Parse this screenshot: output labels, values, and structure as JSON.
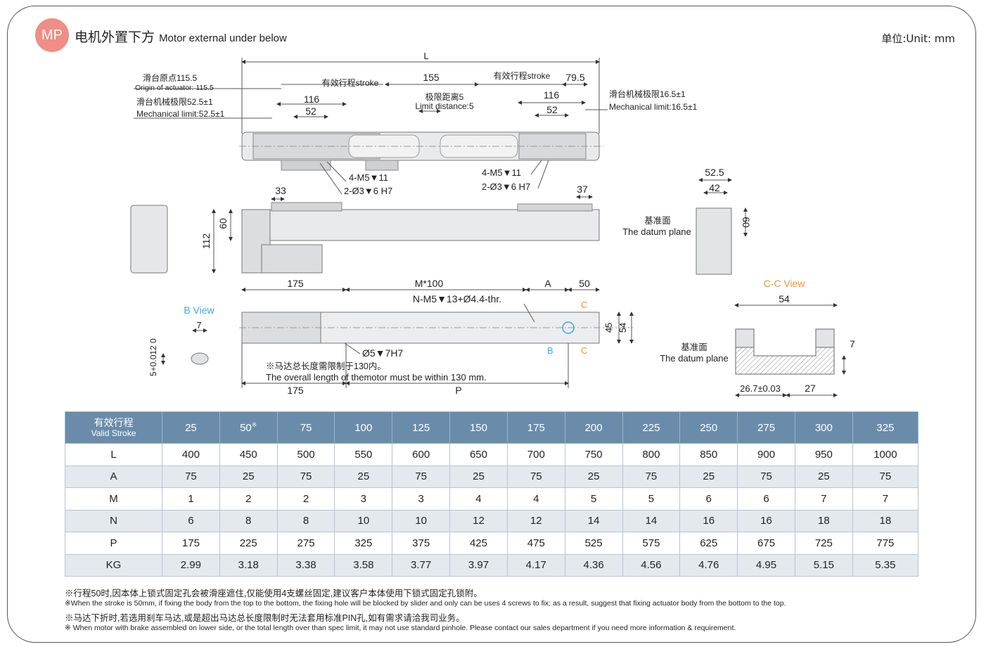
{
  "header": {
    "badge": "MP",
    "title_cn": "电机外置下方",
    "title_en": "Motor external under below",
    "unit": "单位:Unit: mm"
  },
  "drawing": {
    "L": "L",
    "stroke_left": "有效行程stroke",
    "stroke_right": "有效行程stroke",
    "d155": "155",
    "d79_5": "79.5",
    "origin_cn": "滑台原点115.5",
    "origin_en": "Origin of actuator: 115.5",
    "mech_left_cn": "滑台机械极限52.5±1",
    "mech_left_en": "Mechanical limit:52.5±1",
    "limit_cn": "极限距离5",
    "limit_en": "Limit distance:5",
    "mech_right_cn": "滑台机械极限16.5±1",
    "mech_right_en": "Mechanical limit:16.5±1",
    "d116_left": "116",
    "d52_left": "52",
    "d116_right": "116",
    "d52_right": "52",
    "screw_left": "4-M5▼11",
    "pin_left": "2-Ø3▼6 H7",
    "screw_right": "4-M5▼11",
    "pin_right": "2-Ø3▼6 H7",
    "d33": "33",
    "d37": "37",
    "d60": "60",
    "d112": "112",
    "d52_5": "52.5",
    "d42": "42",
    "d60_end": "60",
    "datum_cn_1": "基准面",
    "datum_en_1": "The datum plane",
    "d175_top": "175",
    "m100": "M*100",
    "dim_A": "A",
    "d50": "50",
    "thread_note": "N-M5▼13+Ø4.4-thr.",
    "b_view": "B View",
    "d7_b": "7",
    "tol": "5+0.012 0",
    "hole": "Ø5▼7H7",
    "c_mark_top": "C",
    "c_mark_bottom": "C",
    "b_mark": "B",
    "d45": "45",
    "d54_side": "54",
    "motor_note_cn": "※马达总长度需限制于130内。",
    "motor_note_en": "The overall length of themotor must be within 130 mm.",
    "d175_bottom": "175",
    "dim_P": "P",
    "cc_view": "C-C View",
    "d54_cc": "54",
    "d7_cc": "7",
    "datum_cn_2": "基准面",
    "datum_en_2": "The datum plane",
    "d26_7": "26.7±0.03",
    "d27": "27"
  },
  "table": {
    "header_cn": "有效行程",
    "header_en": "Valid Stroke",
    "strokes": [
      "25",
      "50",
      "75",
      "100",
      "125",
      "150",
      "175",
      "200",
      "225",
      "250",
      "275",
      "300",
      "325"
    ],
    "stroke_mark": "※",
    "rows": [
      {
        "label": "L",
        "values": [
          "400",
          "450",
          "500",
          "550",
          "600",
          "650",
          "700",
          "750",
          "800",
          "850",
          "900",
          "950",
          "1000"
        ]
      },
      {
        "label": "A",
        "values": [
          "75",
          "25",
          "75",
          "25",
          "75",
          "25",
          "75",
          "25",
          "75",
          "25",
          "75",
          "25",
          "75"
        ]
      },
      {
        "label": "M",
        "values": [
          "1",
          "2",
          "2",
          "3",
          "3",
          "4",
          "4",
          "5",
          "5",
          "6",
          "6",
          "7",
          "7"
        ]
      },
      {
        "label": "N",
        "values": [
          "6",
          "8",
          "8",
          "10",
          "10",
          "12",
          "12",
          "14",
          "14",
          "16",
          "16",
          "18",
          "18"
        ]
      },
      {
        "label": "P",
        "values": [
          "175",
          "225",
          "275",
          "325",
          "375",
          "425",
          "475",
          "525",
          "575",
          "625",
          "675",
          "725",
          "775"
        ]
      },
      {
        "label": "KG",
        "values": [
          "2.99",
          "3.18",
          "3.38",
          "3.58",
          "3.77",
          "3.97",
          "4.17",
          "4.36",
          "4.56",
          "4.76",
          "4.95",
          "5.15",
          "5.35"
        ]
      }
    ]
  },
  "notes": {
    "note1_cn": "※行程50时,因本体上锁式固定孔会被滑座遮住,仅能使用4支螺丝固定,建议客户本体使用下锁式固定孔锁附。",
    "note1_en": "※When the stroke is 50mm, if fixing the body from the top to the bottom, the fixing hole will be blocked by slider and only can be uses 4 screws to fix; as a result, suggest that fixing actuator body from the bottom to the top.",
    "note2_cn": "※马达下折时,若选用刹车马达,或是超出马达总长度限制时无法套用标准PIN孔,如有需求请洽我司业务。",
    "note2_en": "※ When motor with brake assembled on lower side, or the total length over than spec limit, it may not use standard pinhole. Please contact our sales department if you need more information & requirement."
  },
  "colors": {
    "badge": "#ef8d86",
    "table_header": "#6a8caa",
    "table_alt_row": "#e4e9ee",
    "view_label_blue": "#3aa8e0",
    "view_label_orange": "#f0962e"
  }
}
